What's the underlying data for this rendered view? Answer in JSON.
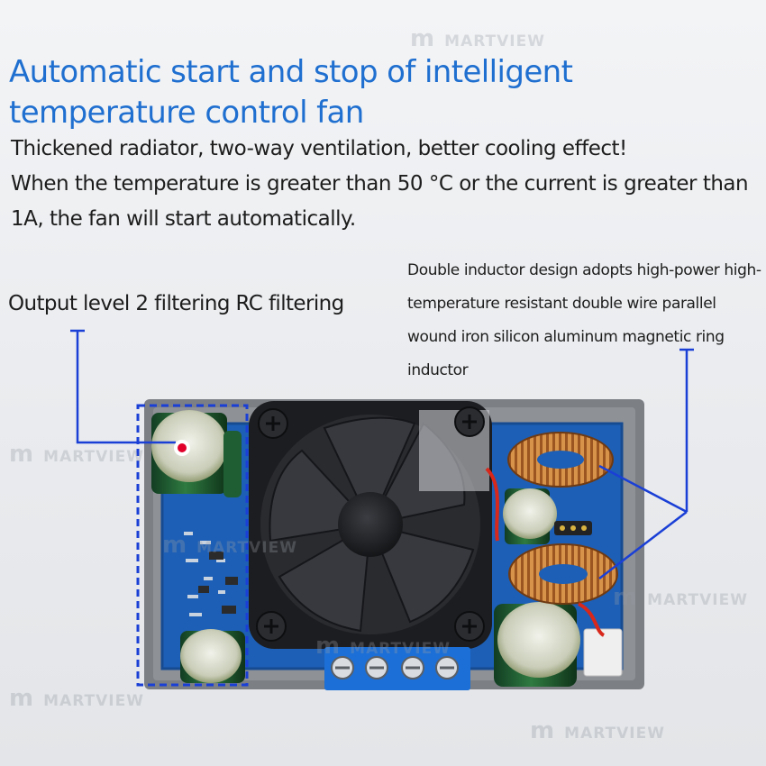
{
  "headline": "Automatic start and stop of intelligent temperature control fan",
  "description": {
    "line1": "Thickened radiator, two-way ventilation, better cooling effect!",
    "line2": "When the temperature is greater than 50 °C or the current is greater than 1A, the fan will start automatically."
  },
  "callouts": {
    "left": "Output level 2 filtering RC filtering",
    "right": "Double inductor design adopts high-power high-temperature resistant double wire parallel wound iron silicon aluminum magnetic ring inductor"
  },
  "watermark": "MARTVIEW",
  "colors": {
    "headline": "#1f6fd0",
    "callout_line": "#1a3fd6",
    "highlight_box": "#1a3fd6",
    "marker": "#e0002a",
    "pcb": "#1d5fb6"
  }
}
